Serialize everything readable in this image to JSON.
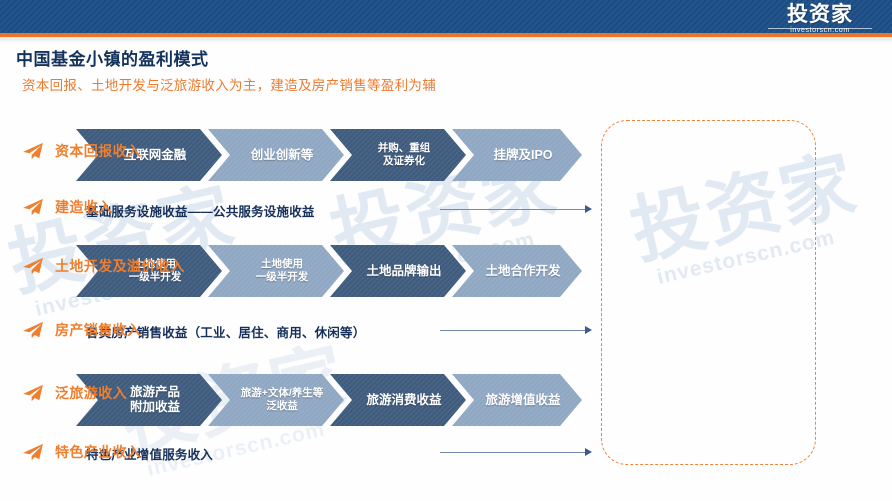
{
  "brand": {
    "logo_text": "投资家",
    "logo_domain": "investorscn.com",
    "watermark_cn": "投资家",
    "watermark_en": "investorscn.com",
    "header_color": "#1b4d85",
    "accent_color": "#e8762a"
  },
  "header": {
    "title": "中国基金小镇的盈利模式",
    "subtitle": "资本回报、土地开发与泛旅游收入为主，建造及房产销售等盈利为辅",
    "title_color": "#14335c",
    "subtitle_color": "#ee7b2e"
  },
  "flow": {
    "rows": [
      {
        "id": "row-finance",
        "steps": [
          {
            "label": "互联网金融",
            "tone": "dark",
            "size": "normal"
          },
          {
            "label": "创业创新等",
            "tone": "light",
            "size": "normal"
          },
          {
            "label": "并购、重组\n及证券化",
            "tone": "dark",
            "size": "small"
          },
          {
            "label": "挂牌及IPO",
            "tone": "light",
            "size": "normal"
          }
        ],
        "caption": "基础服务设施收益——公共服务设施收益"
      },
      {
        "id": "row-land",
        "steps": [
          {
            "label": "土地使用\n一级半开发",
            "tone": "dark",
            "size": "small"
          },
          {
            "label": "土地使用\n一级半开发",
            "tone": "light",
            "size": "small"
          },
          {
            "label": "土地品牌输出",
            "tone": "dark",
            "size": "normal"
          },
          {
            "label": "土地合作开发",
            "tone": "light",
            "size": "normal"
          }
        ],
        "caption": "各类房产销售收益（工业、居住、商用、休闲等）"
      },
      {
        "id": "row-tourism",
        "steps": [
          {
            "label": "旅游产品\n附加收益",
            "tone": "dark",
            "size": "normal"
          },
          {
            "label": "旅游+文体/养生等\n泛收益",
            "tone": "light",
            "size": "small"
          },
          {
            "label": "旅游消费收益",
            "tone": "dark",
            "size": "normal"
          },
          {
            "label": "旅游增值收益",
            "tone": "light",
            "size": "normal"
          }
        ],
        "caption": "特色产业增值服务收入"
      }
    ],
    "chevron_dark_color": "#3e5a7c",
    "chevron_light_color": "#8fa7c3"
  },
  "revenue_panel": {
    "border_color": "#ef8340",
    "text_color": "#ef7f2e",
    "icon_name": "paper-plane-icon",
    "items": [
      {
        "label": "资本回报收入"
      },
      {
        "label": "建造收入"
      },
      {
        "label": "土地开发及溢价收入"
      },
      {
        "label": "房产销售收入"
      },
      {
        "label": "泛旅游收入"
      },
      {
        "label": "特色产业收入"
      }
    ]
  }
}
